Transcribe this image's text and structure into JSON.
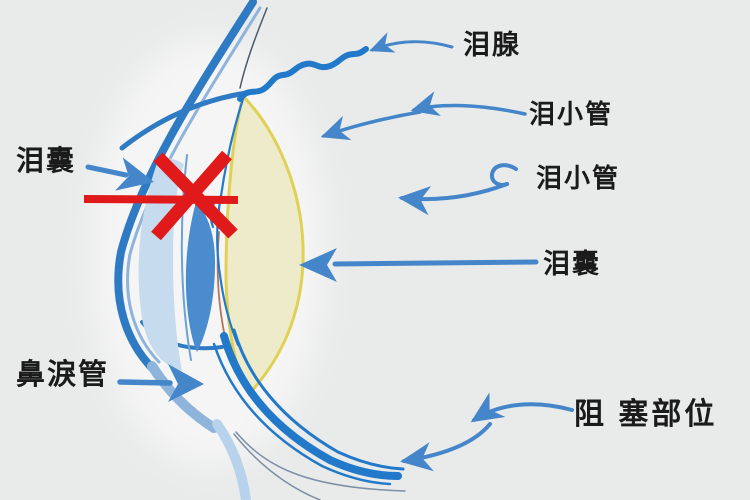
{
  "labels": {
    "lacrimal_gland": "泪腺",
    "canaliculus_upper": "泪小管",
    "canaliculus_lower": "泪小管",
    "lacrimal_sac_right": "泪囊",
    "lacrimal_sac_left": "泪囊",
    "nasolacrimal_duct": "鼻淚管",
    "obstruction_site": "阻 塞部位"
  },
  "colors": {
    "background": "#e9eaea",
    "outline_blue": "#2e7bc4",
    "outline_blue_light": "#8fb4dc",
    "duct_blue": "#2379c9",
    "arrow_blue": "#4486c9",
    "cornea_fill": "#c7dbee",
    "lens_fill": "#4a8ccd",
    "sac_fill": "#eeebcb",
    "sac_outline": "#e0d055",
    "accent_brown": "#b5755a",
    "blockage_red": "#e01a1a",
    "label_text": "#1b1b1b"
  }
}
